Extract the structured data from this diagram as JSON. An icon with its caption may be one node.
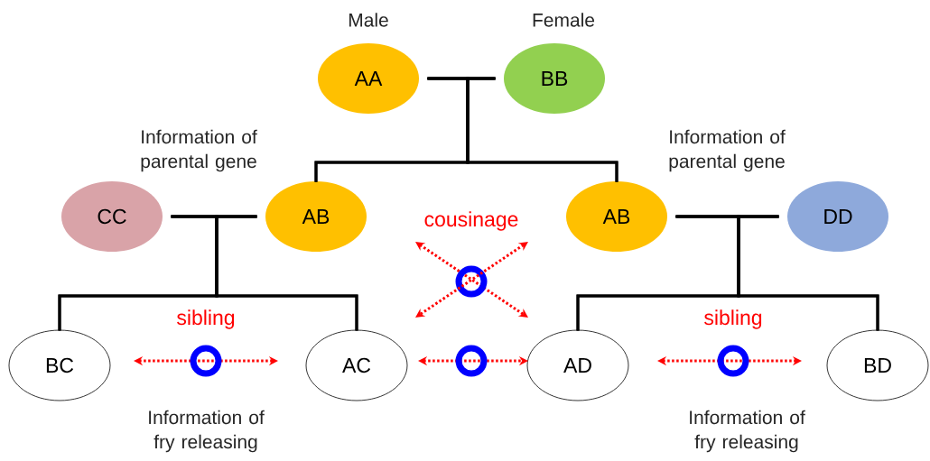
{
  "diagram": {
    "nodes": [
      {
        "text": [
          "AA"
        ],
        "beside": [
          "Male"
        ]
      },
      {
        "text": [
          "BB"
        ],
        "beside": [
          "Female"
        ]
      },
      {
        "text": [
          "CC"
        ]
      },
      {
        "text": [
          "AB"
        ],
        "beside": [
          "Information of parental gene"
        ]
      },
      {
        "text": [
          "AB"
        ],
        "beside": [
          "Information of parental gene"
        ]
      },
      {
        "text": [
          "DD"
        ]
      },
      {
        "text": [
          "BC"
        ]
      },
      {
        "text": [
          "AC"
        ]
      },
      {
        "text": [
          "AD"
        ]
      },
      {
        "text": [
          "BD"
        ]
      }
    ],
    "edges": [
      {
        "from": 0,
        "to": 1,
        "arrow": "none"
      },
      {
        "from": 0,
        "to": 3,
        "arrow": "none"
      },
      {
        "from": 1,
        "to": 3,
        "arrow": "none"
      },
      {
        "from": 0,
        "to": 4,
        "arrow": "none"
      },
      {
        "from": 1,
        "to": 4,
        "arrow": "none"
      },
      {
        "from": 2,
        "to": 3,
        "arrow": "none"
      },
      {
        "from": 2,
        "to": 6,
        "arrow": "none"
      },
      {
        "from": 3,
        "to": 6,
        "arrow": "none"
      },
      {
        "from": 2,
        "to": 7,
        "arrow": "none"
      },
      {
        "from": 3,
        "to": 7,
        "arrow": "none"
      },
      {
        "from": 4,
        "to": 5,
        "arrow": "none"
      },
      {
        "from": 4,
        "to": 8,
        "arrow": "none"
      },
      {
        "from": 5,
        "to": 8,
        "arrow": "none"
      },
      {
        "from": 4,
        "to": 9,
        "arrow": "none"
      },
      {
        "from": 5,
        "to": 9,
        "arrow": "none"
      },
      {
        "from": 6,
        "to": 7,
        "arrow": "both",
        "style": "dashed",
        "color": "#ff0000",
        "label": "sibling"
      },
      {
        "from": 3,
        "to": 8,
        "arrow": "both",
        "style": "dashed",
        "color": "#ff0000",
        "label": "cousinage"
      },
      {
        "from": 4,
        "to": 7,
        "arrow": "both",
        "style": "dashed",
        "color": "#ff0000"
      },
      {
        "from": 7,
        "to": 8,
        "arrow": "both",
        "style": "dashed",
        "color": "#ff0000"
      },
      {
        "from": 8,
        "to": 9,
        "arrow": "both",
        "style": "dashed",
        "color": "#ff0000",
        "label": "sibling"
      }
    ],
    "labels": [
      "Information of fry releasing",
      "Information of fry releasing"
    ]
  }
}
